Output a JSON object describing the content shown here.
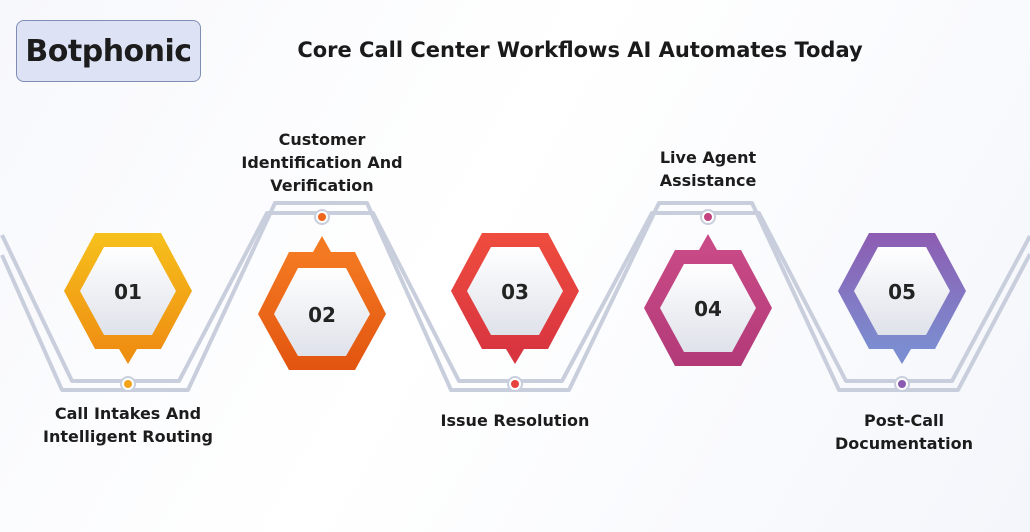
{
  "brand": {
    "logo_text": "Botphonic"
  },
  "title": "Core Call Center Workflows AI Automates Today",
  "steps": [
    {
      "number": "01",
      "label_line1": "Call Intakes And",
      "label_line2": "Intelligent Routing",
      "label_line3": "",
      "color": "#f4a21a"
    },
    {
      "number": "02",
      "label_line1": "Customer",
      "label_line2": "Identification And",
      "label_line3": "Verification",
      "color": "#f0651c"
    },
    {
      "number": "03",
      "label_line1": "Issue Resolution",
      "label_line2": "",
      "label_line3": "",
      "color": "#e8423c"
    },
    {
      "number": "04",
      "label_line1": "Live Agent",
      "label_line2": "Assistance",
      "label_line3": "",
      "color": "#c2437f"
    },
    {
      "number": "05",
      "label_line1": "Post-Call",
      "label_line2": "Documentation",
      "label_line3": "",
      "color": "#8a5bb0"
    }
  ]
}
